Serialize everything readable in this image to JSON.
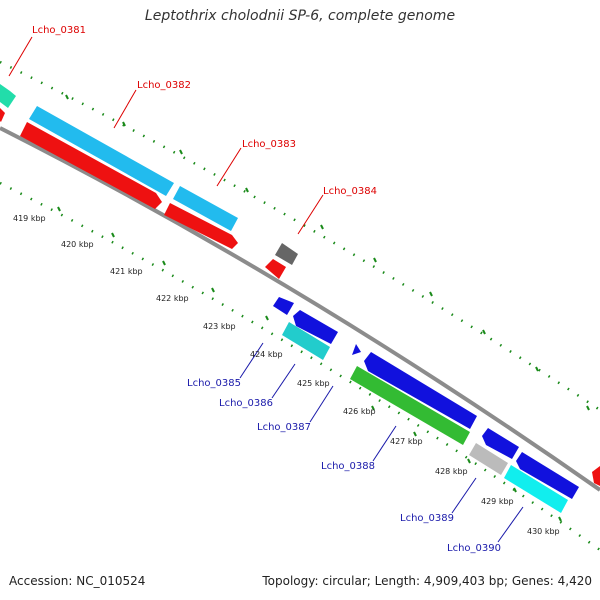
{
  "title": "Leptothrix cholodnii SP-6, complete genome",
  "footer": {
    "accession": "Accession: NC_010524",
    "summary": "Topology: circular; Length: 4,909,403 bp; Genes: 4,420"
  },
  "colors": {
    "backbone": "#8c8c8c",
    "upper_label": "#dd0000",
    "lower_label": "#1a1aaa",
    "tick_dots": "#1a8a1a",
    "feature_red": "#ee1111",
    "feature_skyblue": "#22bbee",
    "feature_blue": "#1111dd",
    "feature_green": "#33bb33",
    "feature_teal": "#22cccc",
    "feature_cyan": "#11eeee",
    "feature_gray": "#bbbbbb",
    "feature_darkgray": "#666666",
    "feature_mint": "#22ddaa"
  },
  "kbp_labels": [
    "419 kbp",
    "420 kbp",
    "421 kbp",
    "422 kbp",
    "423 kbp",
    "424 kbp",
    "425 kbp",
    "426 kbp",
    "427 kbp",
    "428 kbp",
    "429 kbp",
    "430 kbp"
  ],
  "upper_genes": [
    "Lcho_0381",
    "Lcho_0382",
    "Lcho_0383",
    "Lcho_0384"
  ],
  "lower_genes": [
    "Lcho_0385",
    "Lcho_0386",
    "Lcho_0387",
    "Lcho_0388",
    "Lcho_0389",
    "Lcho_0390"
  ]
}
